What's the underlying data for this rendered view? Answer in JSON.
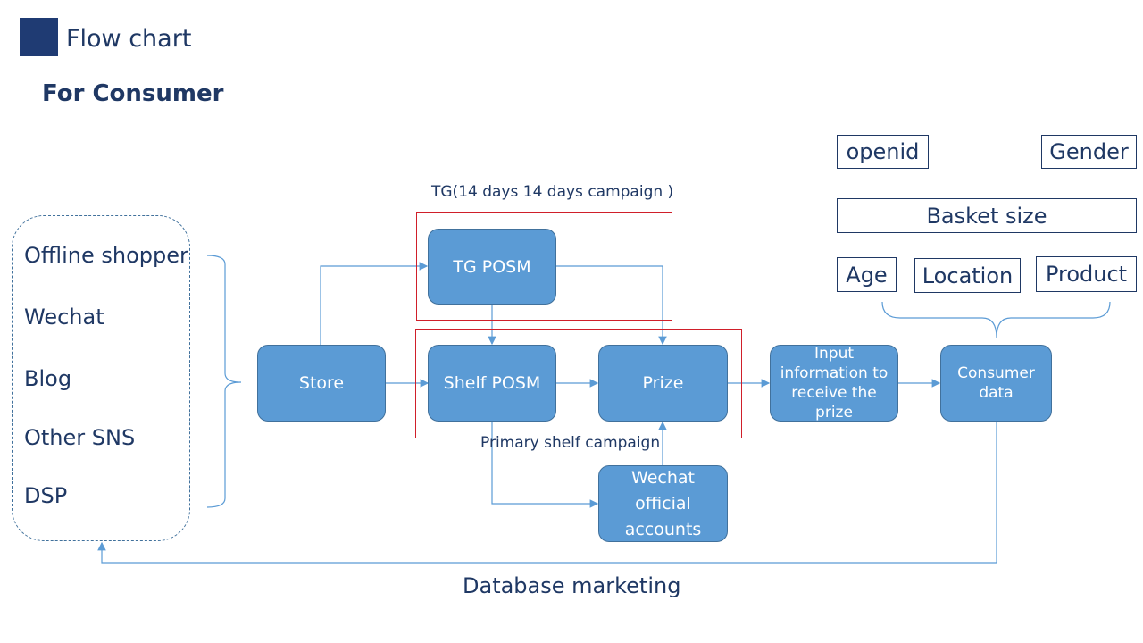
{
  "header": {
    "title": "Flow chart",
    "subtitle": "For  Consumer"
  },
  "channels": [
    "Offline shopper",
    "Wechat",
    "Blog",
    "Other SNS",
    "DSP"
  ],
  "nodes": {
    "store": "Store",
    "tg_posm": "TG POSM",
    "shelf_posm": "Shelf POSM",
    "prize": "Prize",
    "input_info": "Input information to receive the prize",
    "consumer_data": "Consumer data",
    "wechat_official": "Wechat official accounts"
  },
  "groups": {
    "tg_campaign": "TG(14 days 14 days campaign )",
    "primary_shelf": "Primary shelf campaign"
  },
  "attributes": {
    "openid": "openid",
    "gender": "Gender",
    "basket_size": "Basket size",
    "age": "Age",
    "location": "Location",
    "product": "Product"
  },
  "footer": {
    "database_marketing": "Database marketing"
  },
  "colors": {
    "node_fill": "#5b9bd5",
    "node_border": "#41719c",
    "text_dark": "#1f3864",
    "campaign_border": "#d01f2a",
    "title_square": "#1f3b73"
  }
}
